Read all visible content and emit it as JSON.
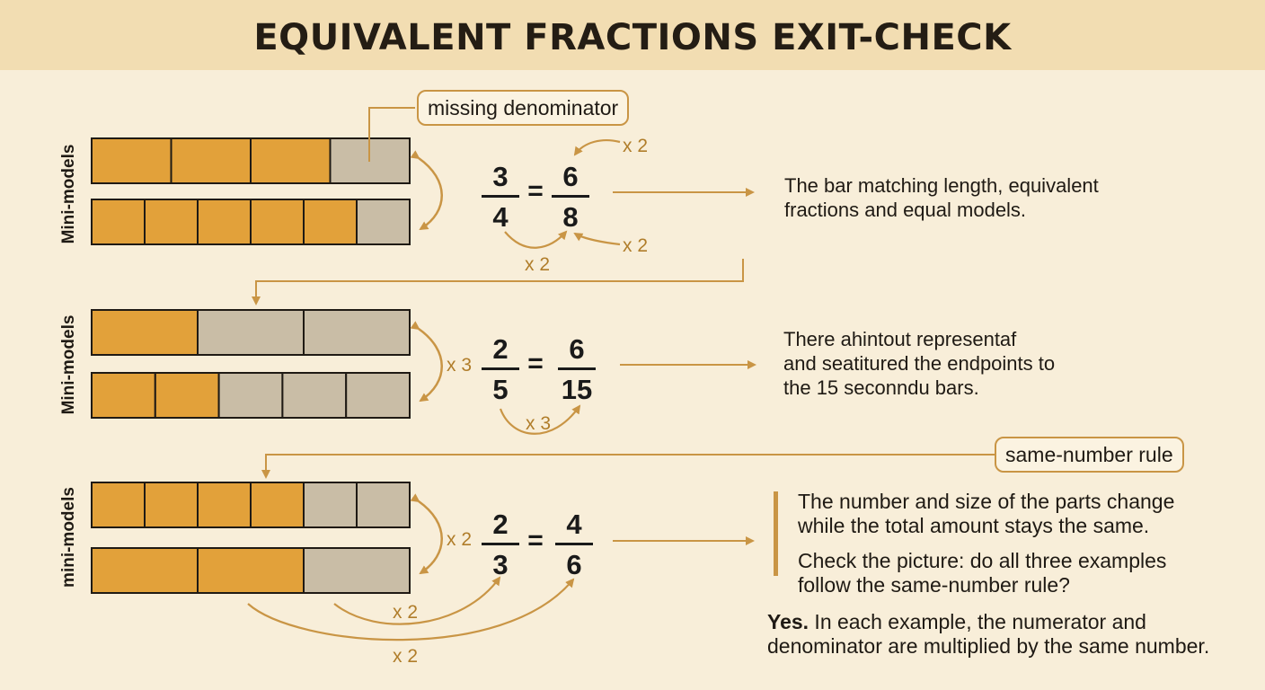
{
  "title": "EQUIVALENT FRACTIONS EXIT-CHECK",
  "colors": {
    "shaded": "#e2a13a",
    "unshaded": "#c9bda6",
    "accent": "#c99545",
    "ink": "#1f1a14"
  },
  "callouts": {
    "missing_denominator": "missing denominator",
    "same_number_rule": "same-number rule"
  },
  "rows": [
    {
      "label": "Mini-models",
      "bars": [
        {
          "parts": 4,
          "shaded": 3
        },
        {
          "parts": 6,
          "shaded": 5
        }
      ],
      "left": {
        "num": "3",
        "den": "4"
      },
      "right": {
        "num": "6",
        "den": "8"
      },
      "equals": "=",
      "multipliers": {
        "top": "x 2",
        "bottom_right": "x 2",
        "bottom": "x 2"
      },
      "note": [
        "The bar matching length, equivalent",
        "fractions and equal models."
      ]
    },
    {
      "label": "Mini-models",
      "bars": [
        {
          "parts": 3,
          "shaded": 1
        },
        {
          "parts": 5,
          "shaded": 2
        }
      ],
      "left": {
        "num": "2",
        "den": "5"
      },
      "right": {
        "num": "6",
        "den": "15"
      },
      "equals": "=",
      "multipliers": {
        "side": "x 3",
        "bottom": "x 3"
      },
      "note": [
        "There ahintout representaf",
        "and seatitured the endpoints to",
        "the 15 seconndu bars."
      ]
    },
    {
      "label": "mini-models",
      "bars": [
        {
          "parts": 6,
          "shaded": 4
        },
        {
          "parts": 3,
          "shaded": 2
        }
      ],
      "left": {
        "num": "2",
        "den": "3"
      },
      "right": {
        "num": "4",
        "den": "6"
      },
      "equals": "=",
      "multipliers": {
        "side": "x 2",
        "bottom_inner": "x 2",
        "bottom_outer": "x 2"
      },
      "note": {
        "line1": "The number and size of the parts change",
        "line2": "while the total amount stays the same.",
        "line3": "Check the picture: do all three examples",
        "line4": "follow the same-number rule?",
        "answer_bold": "Yes.",
        "answer_rest": " In each example, the numerator and",
        "answer_line2": "denominator are multiplied by the same number."
      }
    }
  ]
}
